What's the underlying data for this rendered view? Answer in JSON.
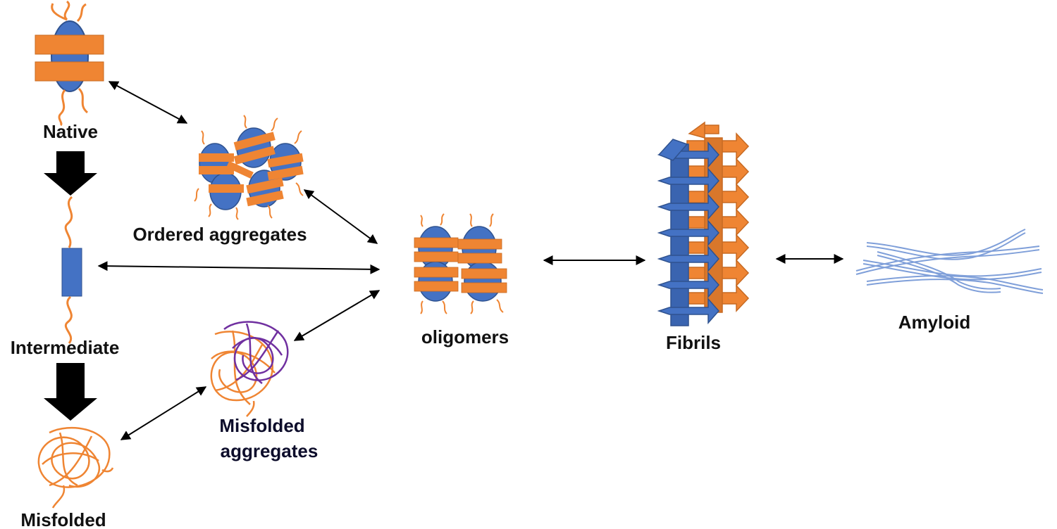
{
  "labels": {
    "native": "Native",
    "intermediate": "Intermediate",
    "misfolded": "Misfolded",
    "ordered_aggregates": "Ordered aggregates",
    "misfolded_aggregates_line1": "Misfolded",
    "misfolded_aggregates_line2": "aggregates",
    "oligomers": "oligomers",
    "fibrils": "Fibrils",
    "amyloid": "Amyloid"
  },
  "colors": {
    "orange": "#ef8533",
    "blue": "#4472c4",
    "dark_blue": "#2f528f",
    "purple": "#7030a0",
    "light_blue": "#7f9fd9",
    "arrow": "#000000"
  }
}
